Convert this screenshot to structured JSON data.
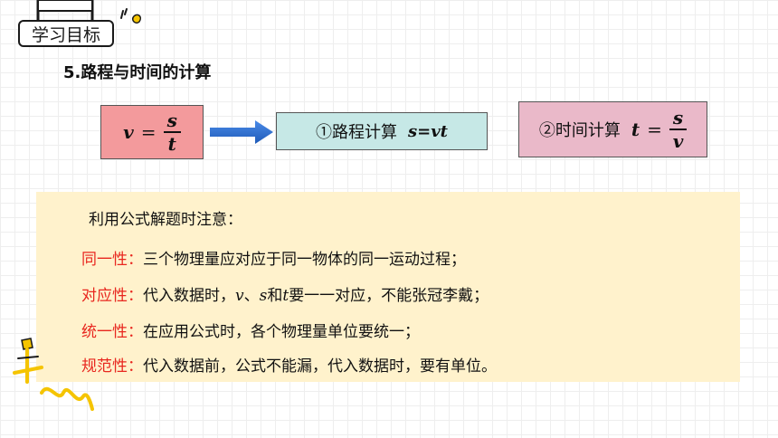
{
  "tag": {
    "label": "学习目标"
  },
  "heading": "5.路程与时间的计算",
  "formula": {
    "lhs": "v",
    "eq": "=",
    "num": "s",
    "den": "t"
  },
  "step1": {
    "label": "①路程计算",
    "formula": "s=vt"
  },
  "step2": {
    "label": "②时间计算",
    "lhs": "t",
    "eq": "=",
    "num": "s",
    "den": "v"
  },
  "notes": {
    "title": "利用公式解题时注意：",
    "rows": [
      {
        "label": "同一性：",
        "text": "三个物理量应对应于同一物体的同一运动过程；"
      },
      {
        "label": "对应性：",
        "text_a": "代入数据时，",
        "var1": "v",
        "sep1": "、",
        "var2": "s",
        "sep2": "和",
        "var3": "t",
        "text_b": "要一一对应，不能张冠李戴；"
      },
      {
        "label": "统一性：",
        "text": "在应用公式时，各个物理量单位要统一；"
      },
      {
        "label": "规范性：",
        "text": "代入数据前，公式不能漏，代入数据时，要有单位。"
      }
    ]
  },
  "colors": {
    "label_red": "#e8271f",
    "formula_box": "#f39a9c",
    "step1_box": "#c6e8e6",
    "step2_box": "#eab9c9",
    "notes_bg": "#fff2cc",
    "arrow": "#2f6fd0",
    "deco_yellow": "#f5c400"
  }
}
